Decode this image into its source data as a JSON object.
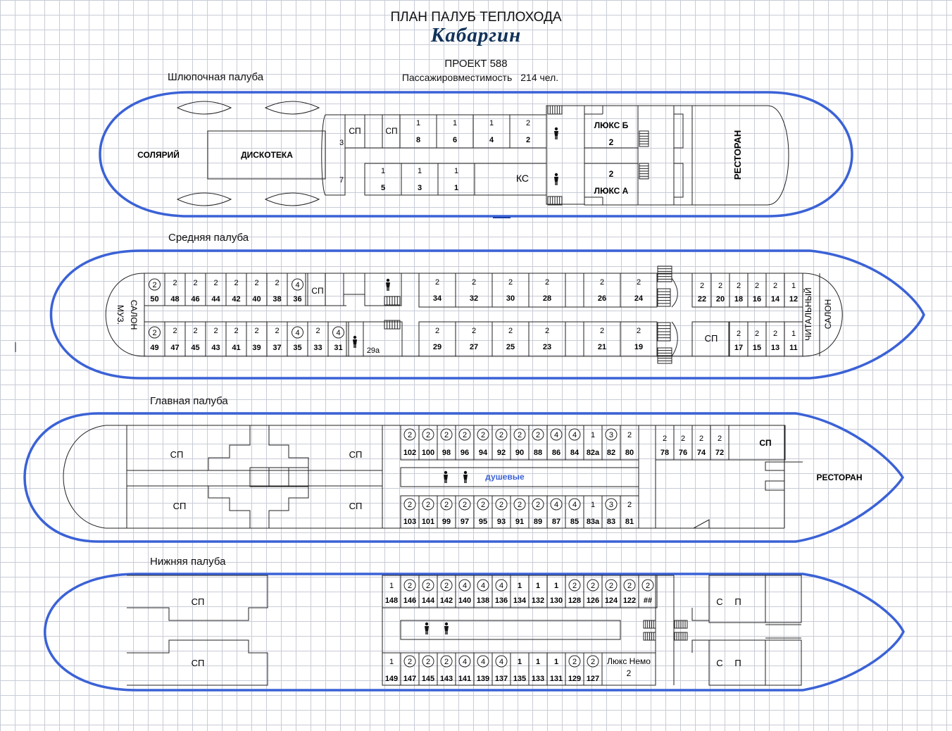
{
  "header": {
    "title": "ПЛАН ПАЛУБ ТЕПЛОХОДА",
    "ship_name": "Кабаргин",
    "project": "ПРОЕКТ 588",
    "capacity_label": "Пассажировместимость",
    "capacity_value": "214 чел."
  },
  "boat_deck": {
    "label": "Шлюпочная палуба",
    "rooms": {
      "solarium": "СОЛЯРИЙ",
      "disco": "ДИСКОТЕКА",
      "restaurant": "РЕСТОРАН",
      "ks": "КС",
      "lux_b": "ЛЮКС Б",
      "lux_a": "ЛЮКС А",
      "sp": "СП"
    },
    "side_numbers": [
      "3",
      "7"
    ],
    "lux_b_seats": "2",
    "lux_a_seats": "2",
    "top_cabins": [
      {
        "num": "8",
        "seats": "1"
      },
      {
        "num": "6",
        "seats": "1"
      },
      {
        "num": "4",
        "seats": "1"
      },
      {
        "num": "2",
        "seats": "2"
      }
    ],
    "bottom_cabins": [
      {
        "num": "5",
        "seats": "1"
      },
      {
        "num": "3",
        "seats": "1"
      },
      {
        "num": "1",
        "seats": "1"
      }
    ]
  },
  "middle_deck": {
    "label": "Средняя палуба",
    "rooms": {
      "muz": "МУЗ.",
      "salon": "САЛОН",
      "reading": "ЧИТАЛЬНЫЙ",
      "reading_salon": "САЛОН",
      "sp": "СП",
      "cabin_29a": "29а"
    },
    "top_left": [
      {
        "num": "50",
        "seats": "2",
        "circle": true
      },
      {
        "num": "48",
        "seats": "2"
      },
      {
        "num": "46",
        "seats": "2"
      },
      {
        "num": "44",
        "seats": "2"
      },
      {
        "num": "42",
        "seats": "2"
      },
      {
        "num": "40",
        "seats": "2"
      },
      {
        "num": "38",
        "seats": "2"
      },
      {
        "num": "36",
        "seats": "4",
        "circle": true
      }
    ],
    "bottom_left": [
      {
        "num": "49",
        "seats": "2",
        "circle": true
      },
      {
        "num": "47",
        "seats": "2"
      },
      {
        "num": "45",
        "seats": "2"
      },
      {
        "num": "43",
        "seats": "2"
      },
      {
        "num": "41",
        "seats": "2"
      },
      {
        "num": "39",
        "seats": "2"
      },
      {
        "num": "37",
        "seats": "2"
      },
      {
        "num": "35",
        "seats": "4",
        "circle": true
      },
      {
        "num": "33",
        "seats": "2"
      },
      {
        "num": "31",
        "seats": "4",
        "circle": true
      }
    ],
    "top_mid": [
      {
        "num": "34",
        "seats": "2"
      },
      {
        "num": "32",
        "seats": "2"
      },
      {
        "num": "30",
        "seats": "2"
      },
      {
        "num": "28",
        "seats": "2"
      },
      {
        "num": "26",
        "seats": "2"
      },
      {
        "num": "24",
        "seats": "2"
      }
    ],
    "bottom_mid": [
      {
        "num": "29",
        "seats": "2"
      },
      {
        "num": "27",
        "seats": "2"
      },
      {
        "num": "25",
        "seats": "2"
      },
      {
        "num": "23",
        "seats": "2"
      },
      {
        "num": "21",
        "seats": "2"
      },
      {
        "num": "19",
        "seats": "2"
      }
    ],
    "top_right": [
      {
        "num": "22",
        "seats": "2"
      },
      {
        "num": "20",
        "seats": "2"
      },
      {
        "num": "18",
        "seats": "2"
      },
      {
        "num": "16",
        "seats": "2"
      },
      {
        "num": "14",
        "seats": "2"
      },
      {
        "num": "12",
        "seats": "1"
      }
    ],
    "bottom_right": [
      {
        "num": "17",
        "seats": "2"
      },
      {
        "num": "15",
        "seats": "2"
      },
      {
        "num": "13",
        "seats": "2"
      },
      {
        "num": "11",
        "seats": "1"
      }
    ]
  },
  "main_deck": {
    "label": "Главная палуба",
    "rooms": {
      "sp": "СП",
      "showers": "душевые",
      "restaurant": "РЕСТОРАН"
    },
    "top_cabins": [
      {
        "num": "102",
        "seats": "2",
        "circle": true
      },
      {
        "num": "100",
        "seats": "2",
        "circle": true
      },
      {
        "num": "98",
        "seats": "2",
        "circle": true
      },
      {
        "num": "96",
        "seats": "2",
        "circle": true
      },
      {
        "num": "94",
        "seats": "2",
        "circle": true
      },
      {
        "num": "92",
        "seats": "2",
        "circle": true
      },
      {
        "num": "90",
        "seats": "2",
        "circle": true
      },
      {
        "num": "88",
        "seats": "2",
        "circle": true
      },
      {
        "num": "86",
        "seats": "4",
        "circle": true
      },
      {
        "num": "84",
        "seats": "4",
        "circle": true
      },
      {
        "num": "82а",
        "seats": "1"
      },
      {
        "num": "82",
        "seats": "3",
        "circle": true
      },
      {
        "num": "80",
        "seats": "2"
      }
    ],
    "bottom_cabins": [
      {
        "num": "103",
        "seats": "2",
        "circle": true
      },
      {
        "num": "101",
        "seats": "2",
        "circle": true
      },
      {
        "num": "99",
        "seats": "2",
        "circle": true
      },
      {
        "num": "97",
        "seats": "2",
        "circle": true
      },
      {
        "num": "95",
        "seats": "2",
        "circle": true
      },
      {
        "num": "93",
        "seats": "2",
        "circle": true
      },
      {
        "num": "91",
        "seats": "2",
        "circle": true
      },
      {
        "num": "89",
        "seats": "2",
        "circle": true
      },
      {
        "num": "87",
        "seats": "4",
        "circle": true
      },
      {
        "num": "85",
        "seats": "4",
        "circle": true
      },
      {
        "num": "83а",
        "seats": "1"
      },
      {
        "num": "83",
        "seats": "3",
        "circle": true
      },
      {
        "num": "81",
        "seats": "2"
      }
    ],
    "bow_cabins": [
      {
        "num": "78",
        "seats": "2"
      },
      {
        "num": "76",
        "seats": "2"
      },
      {
        "num": "74",
        "seats": "2"
      },
      {
        "num": "72",
        "seats": "2"
      }
    ]
  },
  "lower_deck": {
    "label": "Нижняя палуба",
    "rooms": {
      "sp": "СП",
      "c": "С",
      "p": "П",
      "lux_nemo": "Люкс Немо",
      "lux_nemo_seats": "2"
    },
    "top_cabins": [
      {
        "num": "148",
        "seats": "1"
      },
      {
        "num": "146",
        "seats": "2",
        "circle": true
      },
      {
        "num": "144",
        "seats": "2",
        "circle": true
      },
      {
        "num": "142",
        "seats": "2",
        "circle": true
      },
      {
        "num": "140",
        "seats": "4",
        "circle": true
      },
      {
        "num": "138",
        "seats": "4",
        "circle": true
      },
      {
        "num": "136",
        "seats": "4",
        "circle": true
      },
      {
        "num": "134",
        "seats": "1",
        "bold": true
      },
      {
        "num": "132",
        "seats": "1",
        "bold": true
      },
      {
        "num": "130",
        "seats": "1",
        "bold": true
      },
      {
        "num": "128",
        "seats": "2",
        "circle": true
      },
      {
        "num": "126",
        "seats": "2",
        "circle": true
      },
      {
        "num": "124",
        "seats": "2",
        "circle": true
      },
      {
        "num": "122",
        "seats": "2",
        "circle": true
      },
      {
        "num": "##",
        "seats": "2",
        "circle": true
      }
    ],
    "bottom_cabins": [
      {
        "num": "149",
        "seats": "1"
      },
      {
        "num": "147",
        "seats": "2",
        "circle": true
      },
      {
        "num": "145",
        "seats": "2",
        "circle": true
      },
      {
        "num": "143",
        "seats": "2",
        "circle": true
      },
      {
        "num": "141",
        "seats": "4",
        "circle": true
      },
      {
        "num": "139",
        "seats": "4",
        "circle": true
      },
      {
        "num": "137",
        "seats": "4",
        "circle": true
      },
      {
        "num": "135",
        "seats": "1",
        "bold": true
      },
      {
        "num": "133",
        "seats": "1",
        "bold": true
      },
      {
        "num": "131",
        "seats": "1",
        "bold": true
      },
      {
        "num": "129",
        "seats": "2",
        "circle": true
      },
      {
        "num": "127",
        "seats": "2",
        "circle": true
      }
    ]
  },
  "colors": {
    "hull": "#3b62d6",
    "line": "#222222",
    "showers_text": "#3b62d6"
  }
}
